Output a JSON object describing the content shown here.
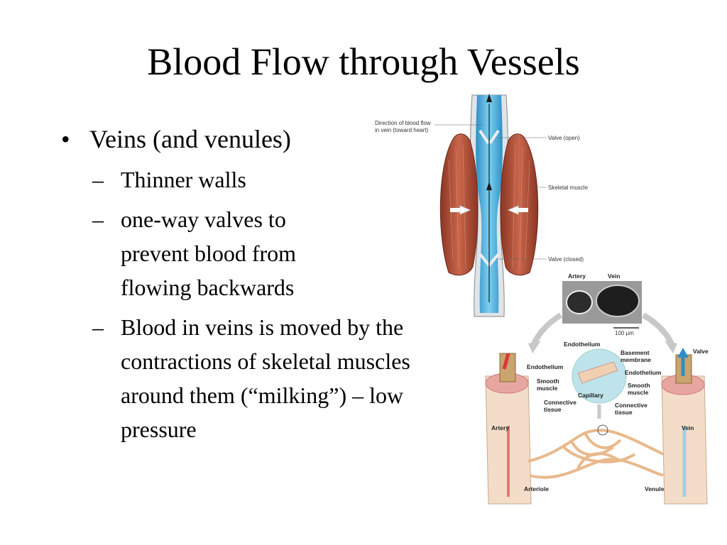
{
  "slide": {
    "title": "Blood Flow through Vessels",
    "bullet_main": "Veins (and venules)",
    "sub_bullets": [
      "Thinner walls",
      "one-way valves to prevent blood from flowing backwards",
      "Blood in veins is moved by the contractions of skeletal muscles around them (“milking”) – low pressure"
    ]
  },
  "figure_valve": {
    "direction_label_1": "Direction of blood flow",
    "direction_label_2": "in vein (toward heart)",
    "valve_open": "Valve (open)",
    "skeletal_muscle": "Skeletal muscle",
    "valve_closed": "Valve (closed)"
  },
  "figure_vessels": {
    "artery": "Artery",
    "vein": "Vein",
    "scale": "100 μm",
    "endothelium": "Endothelium",
    "basement_1": "Basement",
    "basement_2": "membrane",
    "capillary": "Capillary",
    "smooth_1": "Smooth",
    "smooth_2": "muscle",
    "connective_1": "Connective",
    "connective_2": "tissue",
    "valve": "Valve",
    "arteriole": "Arteriole",
    "venule": "Venule"
  },
  "colors": {
    "vein_blue": "#4ab0e0",
    "muscle": "#b5533c",
    "artery_red": "#d9373a",
    "tissue": "#f3ddc8",
    "capillary": "#e9b98c"
  }
}
